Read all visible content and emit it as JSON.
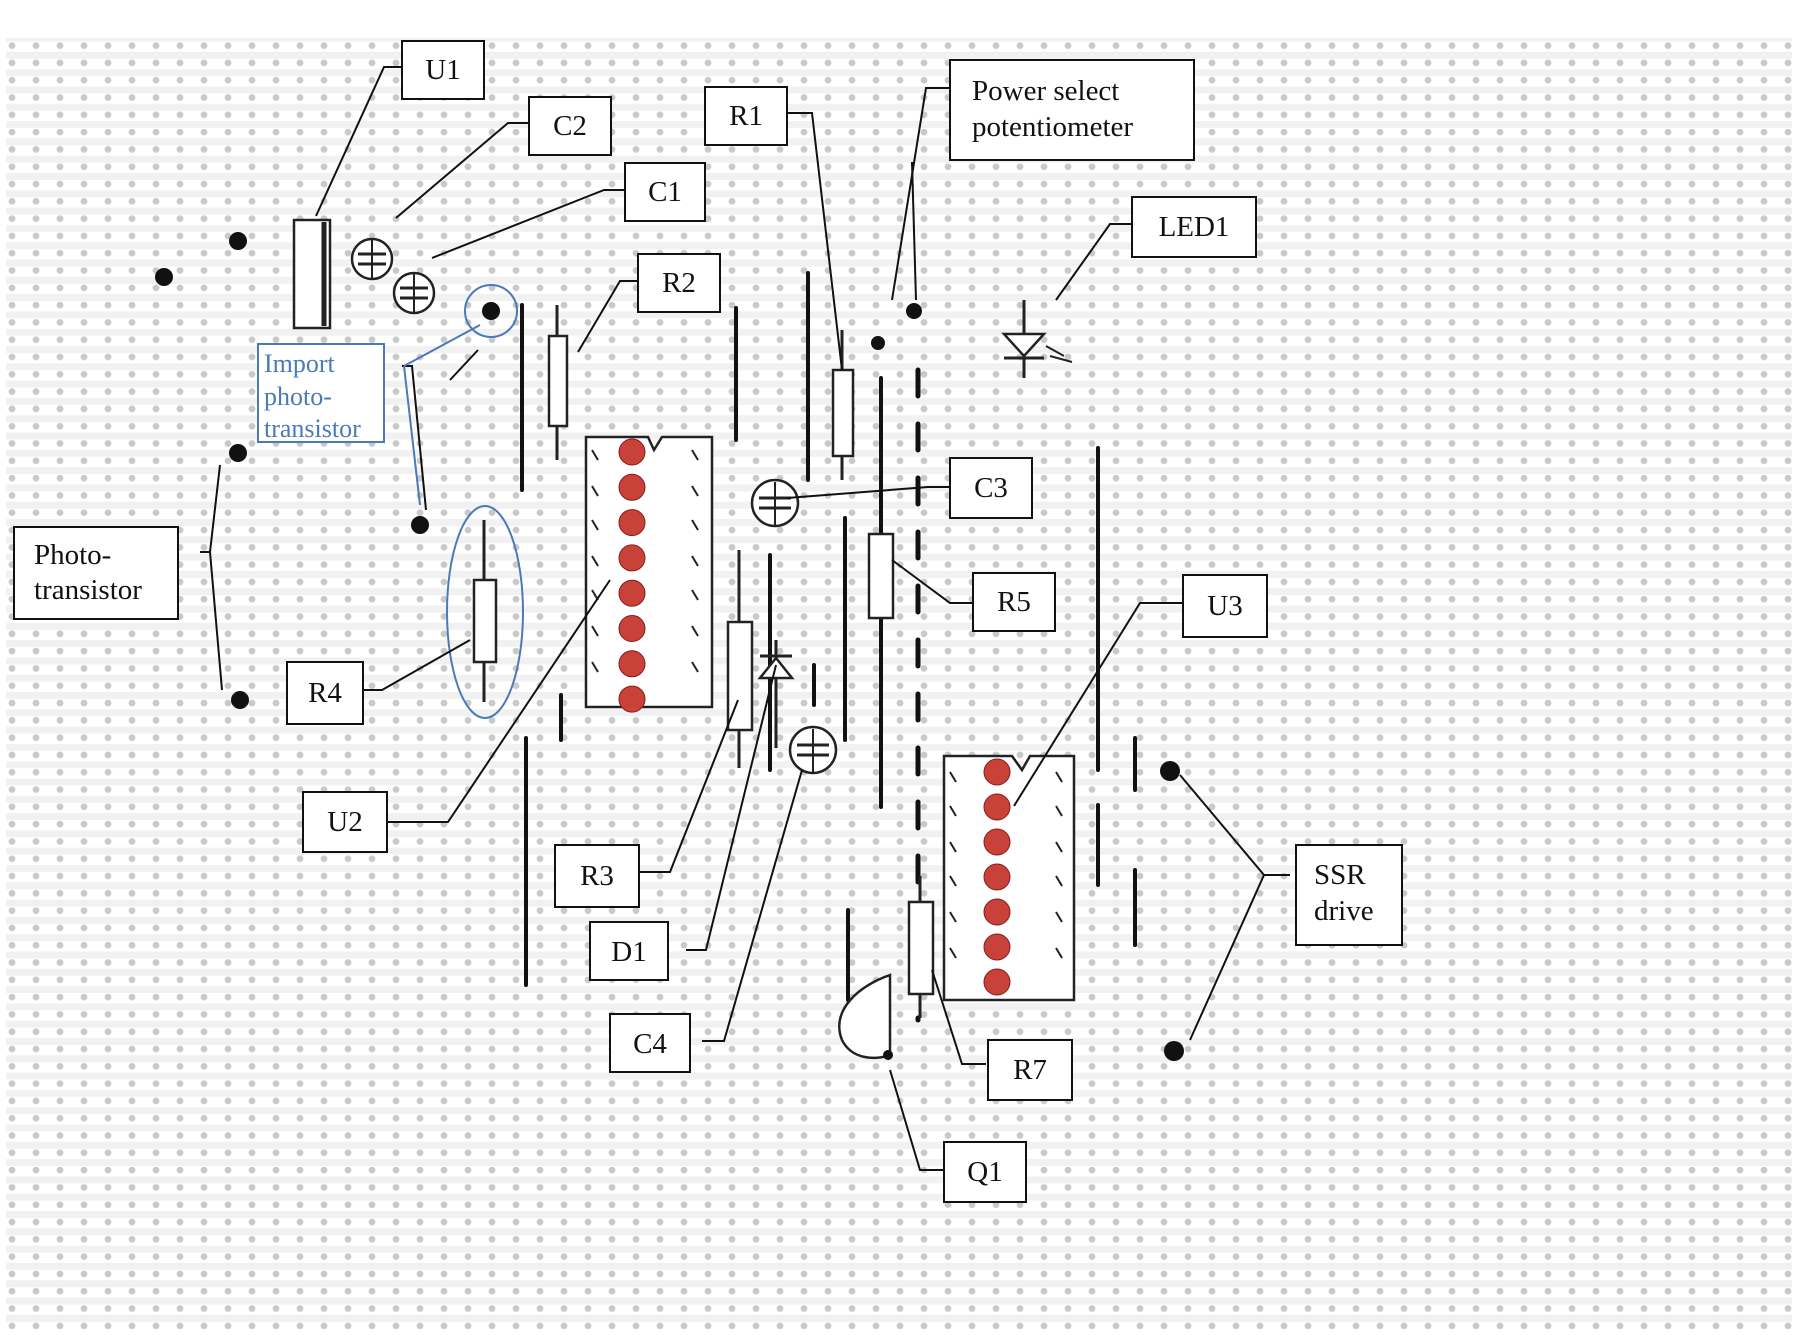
{
  "labels": {
    "u1": "U1",
    "c2": "C2",
    "c1": "C1",
    "r1": "R1",
    "power_select": [
      "Power select",
      "potentiometer"
    ],
    "led1": "LED1",
    "r2": "R2",
    "import_phototransistor": [
      "Import",
      "photo-",
      "transistor"
    ],
    "phototransistor": [
      "Photo-",
      "transistor"
    ],
    "c3": "C3",
    "r5": "R5",
    "u3": "U3",
    "r4": "R4",
    "u2": "U2",
    "r3": "R3",
    "d1": "D1",
    "c4": "C4",
    "ssr_drive": [
      "SSR",
      "drive"
    ],
    "r7": "R7",
    "q1": "Q1"
  },
  "colors": {
    "ic_pin": "#c8423a",
    "highlight": "#4a7ab8",
    "ink": "#111111",
    "board_dot": "#c9c9c9",
    "board_stripe": "#f0f0f0"
  }
}
